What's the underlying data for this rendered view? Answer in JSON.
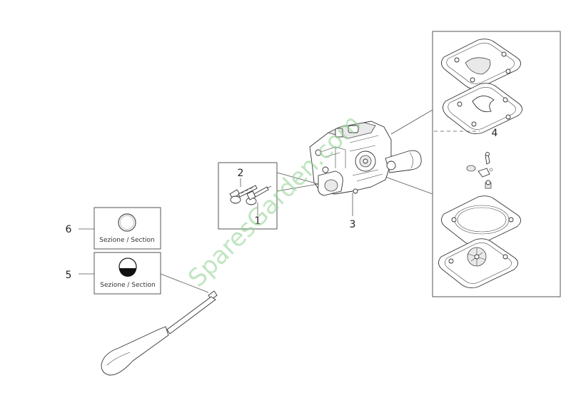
{
  "callouts": {
    "c1": "1",
    "c2": "2",
    "c3": "3",
    "c4": "4",
    "c5": "5",
    "c6": "6"
  },
  "section_boxes": {
    "box6_caption": "Sezione / Section",
    "box5_caption": "Sezione / Section"
  },
  "watermark": "SparesGarden.com"
}
